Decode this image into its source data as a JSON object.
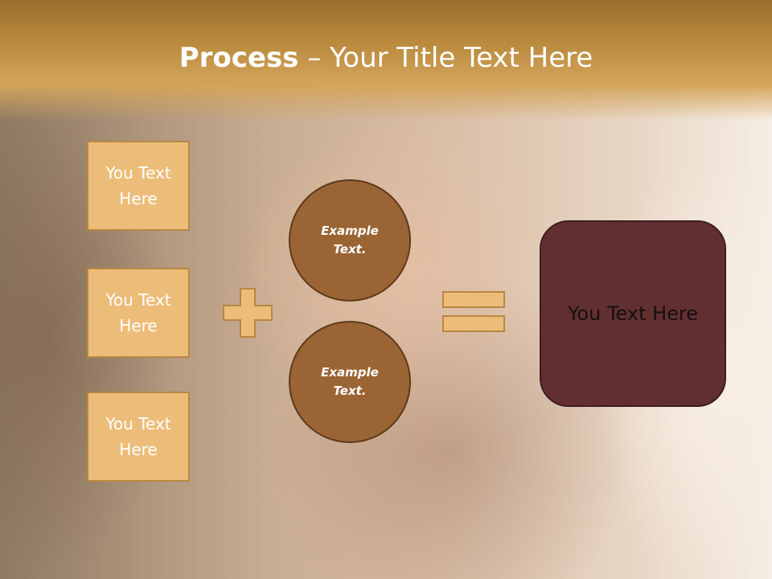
{
  "slide": {
    "title_bold": "Process",
    "title_rest": " – Your Title Text Here",
    "left_boxes": [
      {
        "label": "You Text Here"
      },
      {
        "label": "You Text Here"
      },
      {
        "label": "You Text Here"
      }
    ],
    "circles": [
      {
        "label": "Example Text."
      },
      {
        "label": "Example Text."
      }
    ],
    "result_label": "You Text Here"
  },
  "colors": {
    "header": "#c0913f",
    "box_fill": "#ecbd79",
    "circle_fill": "#9a6434",
    "result_fill": "#622f31"
  },
  "icons": {
    "plus": "plus-icon",
    "equals": "equals-icon"
  }
}
